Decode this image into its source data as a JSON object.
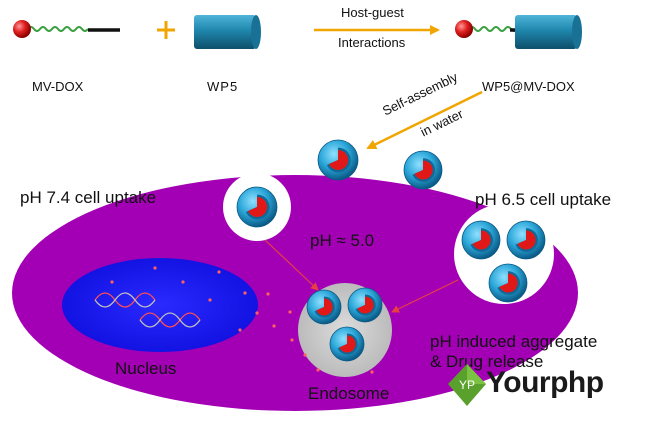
{
  "top_row": {
    "mv_dox_label": "MV-DOX",
    "plus_symbol": "+",
    "wp5_label": "WP5",
    "arrow_label_line1": "Host-guest",
    "arrow_label_line2": "Interactions",
    "complex_label": "WP5@MV-DOX"
  },
  "self_assembly": {
    "line1": "Self-assembly",
    "line2": "in water"
  },
  "cell": {
    "uptake_left": "pH 7.4 cell uptake",
    "uptake_right": "pH 6.5 cell uptake",
    "endosome_ph": "pH ≈ 5.0",
    "nucleus_label": "Nucleus",
    "endosome_label": "Endosome",
    "release_line1": "pH induced aggregate",
    "release_line2": "& Drug release"
  },
  "watermark": {
    "badge": "YP",
    "text": "Yourphp"
  },
  "colors": {
    "cell": "#a300b5",
    "nucleus": "#1d1dfb",
    "endosome": "#c8c8c8",
    "arrow_orange": "#f0a500",
    "arrow_red": "#e84040",
    "wp5_blue": "#1d7aa0",
    "dox_red": "#e02020",
    "linker_green": "#3aa040"
  }
}
